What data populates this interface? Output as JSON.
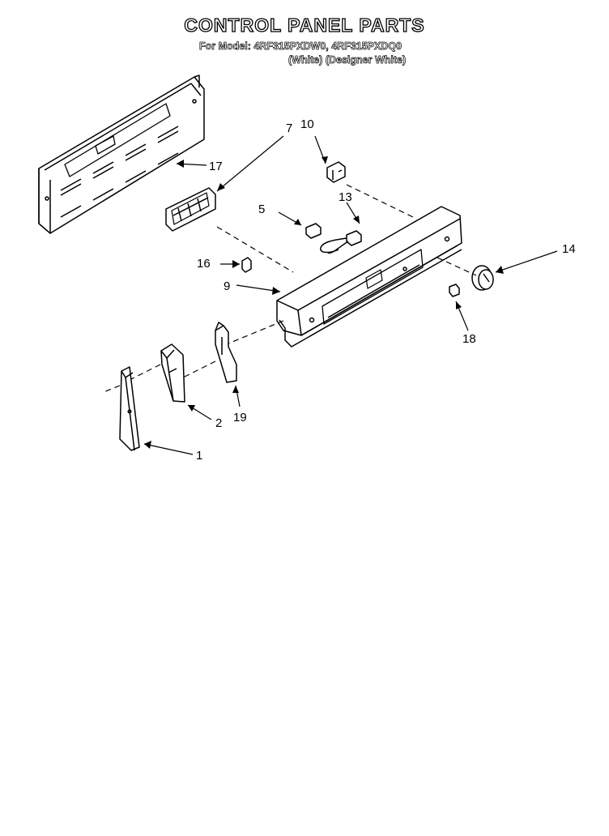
{
  "title": "CONTROL PANEL PARTS",
  "model_line": "For Model: 4RF315PXDW0, 4RF315PXDQ0",
  "variant_line": "(White)  (Designer White)",
  "callouts": {
    "c1": "1",
    "c2": "2",
    "c5": "5",
    "c7": "7",
    "c9": "9",
    "c10": "10",
    "c13": "13",
    "c14": "14",
    "c16": "16",
    "c17": "17",
    "c18": "18",
    "c19": "19"
  }
}
